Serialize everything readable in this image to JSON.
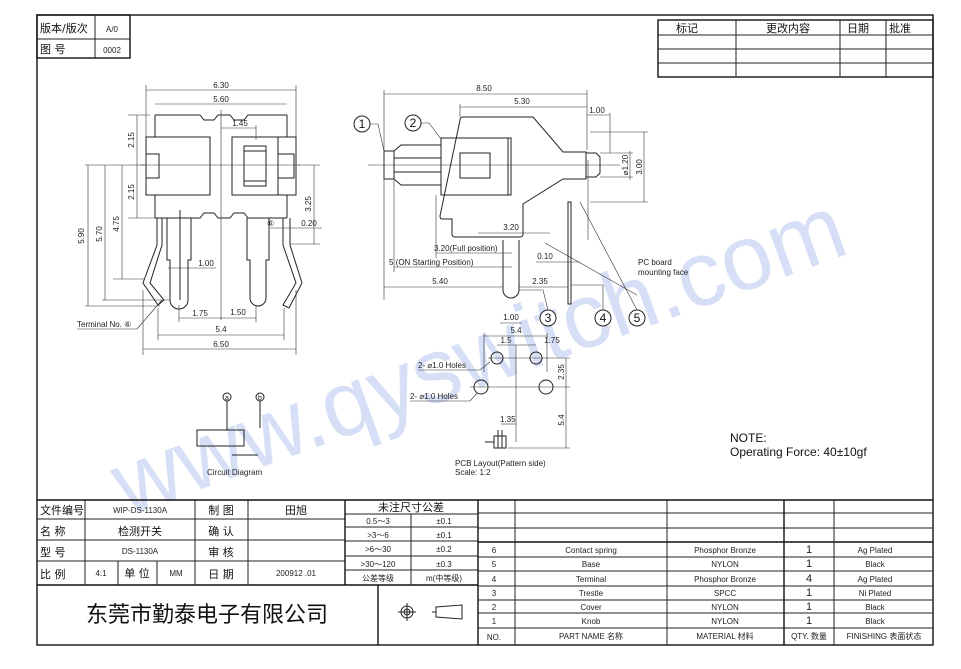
{
  "header": {
    "version_label": "版本/版次",
    "version_value": "A/0",
    "drawing_no_label": "图 号",
    "drawing_no_value": "0002"
  },
  "revision_table": {
    "headers": [
      "标记",
      "更改内容",
      "日期",
      "批准"
    ]
  },
  "watermark": "www.qyswitch.com",
  "left_view": {
    "dims": [
      "6.30",
      "5.60",
      "1.45",
      "2.15",
      "2.15",
      "3.25",
      "0.20",
      "5.90",
      "5.70",
      "4.75",
      "1.00",
      "1.75",
      "1.50",
      "5.4",
      "6.50"
    ],
    "terminal_label": "Terminal No. ⑥",
    "terminal_mark": "⑥"
  },
  "side_view": {
    "dims": [
      "8.50",
      "5.30",
      "1.00",
      "⌀1.20",
      "3.00",
      "3.20",
      "3.20(Full position)",
      "5  (ON Starting Position)",
      "0.10",
      "5.40",
      "2.35",
      "1.00"
    ],
    "balloons": [
      "1",
      "2",
      "3",
      "4",
      "5"
    ],
    "pc_board_label": [
      "PC board",
      "mounting face"
    ]
  },
  "pcb_layout": {
    "dims": [
      "5.4",
      "1.5",
      "1.75",
      "2.35",
      "1.35",
      "5.4"
    ],
    "holes_label_1": "2- ⌀1.0  Holes",
    "holes_label_2": "2- ⌀1.0  Holes",
    "caption": "PCB Layout(Pattern side)",
    "scale": "Scale: 1:2"
  },
  "circuit": {
    "terminal_a": "a",
    "terminal_b": "b",
    "caption": "Circuit Diagram"
  },
  "note": {
    "title": "NOTE:",
    "text": "Operating Force: 40±10gf"
  },
  "title_block": {
    "file_no_label": "文件编号",
    "file_no": "WIP-DS-1130A",
    "name_label": "名  称",
    "name": "检测开关",
    "model_label": "型  号",
    "model": "DS-1130A",
    "scale_label": "比  例",
    "scale": "4:1",
    "unit_label": "单 位",
    "unit": "MM",
    "drawn_label": "制  图",
    "drawn": "田旭",
    "confirm_label": "确  认",
    "review_label": "审  核",
    "date_label": "日  期",
    "date": "200912 .01",
    "company": "东莞市勤泰电子有限公司"
  },
  "tolerance": {
    "title": "未注尺寸公差",
    "rows": [
      [
        "0.5～3",
        "±0.1"
      ],
      [
        ">3～6",
        "±0.1"
      ],
      [
        ">6～30",
        "±0.2"
      ],
      [
        ">30～120",
        "±0.3"
      ]
    ],
    "grade_label": "公差等级",
    "grade": "m(中等级)"
  },
  "parts_table": {
    "headers": [
      "NO.",
      "PART  NAME 名称",
      "MATERIAL 材料",
      "QTY. 数量",
      "FINISHING 表面状态"
    ],
    "rows": [
      [
        "6",
        "Contact spring",
        "Phosphor Bronze",
        "1",
        "Ag Plated"
      ],
      [
        "5",
        "Base",
        "NYLON",
        "1",
        "Black"
      ],
      [
        "4",
        "Terminal",
        "Phosphor Bronze",
        "4",
        "Ag Plated"
      ],
      [
        "3",
        "Trestle",
        "SPCC",
        "1",
        "Ni Plated"
      ],
      [
        "2",
        "Cover",
        "NYLON",
        "1",
        "Black"
      ],
      [
        "1",
        "Knob",
        "NYLON",
        "1",
        "Black"
      ]
    ]
  }
}
